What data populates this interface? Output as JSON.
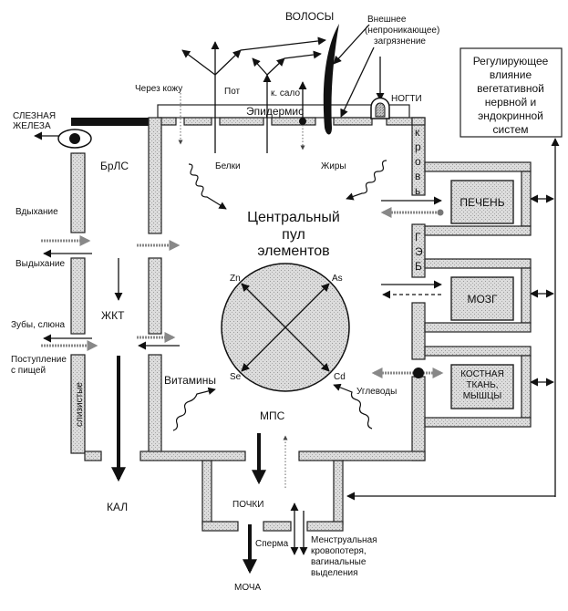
{
  "title": "Центральный пул элементов",
  "center": {
    "line1": "Центральный",
    "line2": "пул",
    "line3": "элементов",
    "elements": {
      "zn": "Zn",
      "as": "As",
      "se": "Se",
      "cd": "Cd"
    }
  },
  "top": {
    "hair": "ВОЛОСЫ",
    "external_line1": "Внешнее",
    "external_line2": "(непроникающее)",
    "external_line3": "загрязнение",
    "through_skin": "Через кожу",
    "sweat": "Пот",
    "sebum": "к. сало",
    "epidermis": "Эпидермис",
    "nails": "НОГТИ"
  },
  "regulation": {
    "lines": [
      "Регулирующее",
      "влияние",
      "вегетативной",
      "нервной и",
      "эндокринной",
      "систем"
    ]
  },
  "left": {
    "lacrimal_line1": "СЛЕЗНАЯ",
    "lacrimal_line2": "ЖЕЛЕЗА",
    "airways": "БрЛС",
    "inhale": "Вдыхание",
    "exhale": "Выдыхание",
    "gi_tract": "ЖКТ",
    "teeth_saliva": "Зубы, слюна",
    "food_line1": "Поступление",
    "food_line2": "с пищей",
    "mucosa": "слизистые",
    "feces": "КАЛ"
  },
  "nutrients": {
    "proteins": "Белки",
    "fats": "Жиры",
    "vitamins": "Витамины",
    "carbs": "Углеводы"
  },
  "right": {
    "blood": "кровь",
    "bbb": "ГЭБ",
    "liver": "ПЕЧЕНЬ",
    "brain": "МОЗГ",
    "bone_line1": "КОСТНАЯ",
    "bone_line2": "ТКАНЬ,",
    "bone_line3": "МЫШЦЫ"
  },
  "bottom": {
    "urogenital": "МПС",
    "kidneys": "ПОЧКИ",
    "sperm": "Сперма",
    "menstrual_line1": "Менструальная",
    "menstrual_line2": "кровопотеря,",
    "menstrual_line3": "вагинальные",
    "menstrual_line4": "выделения",
    "urine": "МОЧА"
  }
}
